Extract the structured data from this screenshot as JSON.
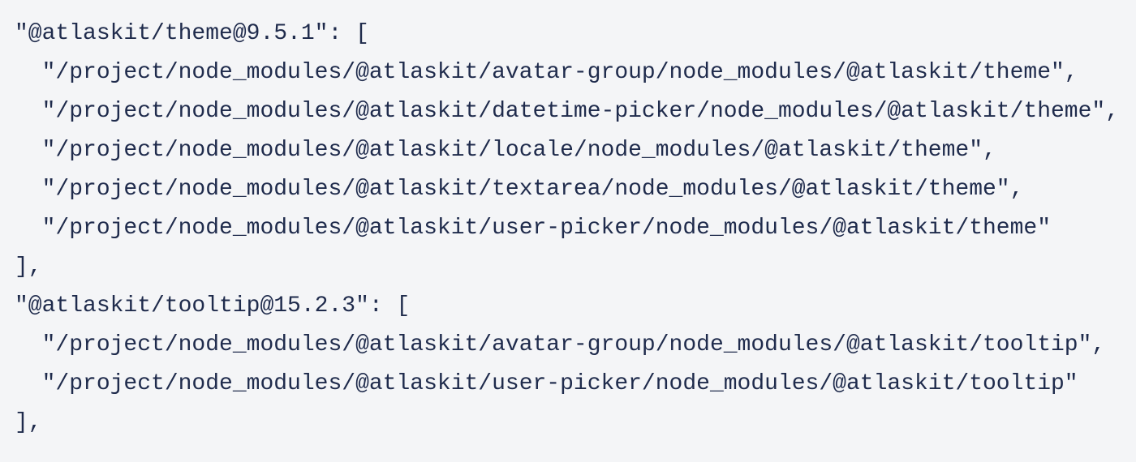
{
  "colors": {
    "background": "#f4f5f7",
    "text": "#1f2b4c"
  },
  "code": {
    "lines": [
      "\"@atlaskit/theme@9.5.1\": [",
      "  \"/project/node_modules/@atlaskit/avatar-group/node_modules/@atlaskit/theme\",",
      "  \"/project/node_modules/@atlaskit/datetime-picker/node_modules/@atlaskit/theme\",",
      "  \"/project/node_modules/@atlaskit/locale/node_modules/@atlaskit/theme\",",
      "  \"/project/node_modules/@atlaskit/textarea/node_modules/@atlaskit/theme\",",
      "  \"/project/node_modules/@atlaskit/user-picker/node_modules/@atlaskit/theme\"",
      "],",
      "\"@atlaskit/tooltip@15.2.3\": [",
      "  \"/project/node_modules/@atlaskit/avatar-group/node_modules/@atlaskit/tooltip\",",
      "  \"/project/node_modules/@atlaskit/user-picker/node_modules/@atlaskit/tooltip\"",
      "],"
    ]
  }
}
